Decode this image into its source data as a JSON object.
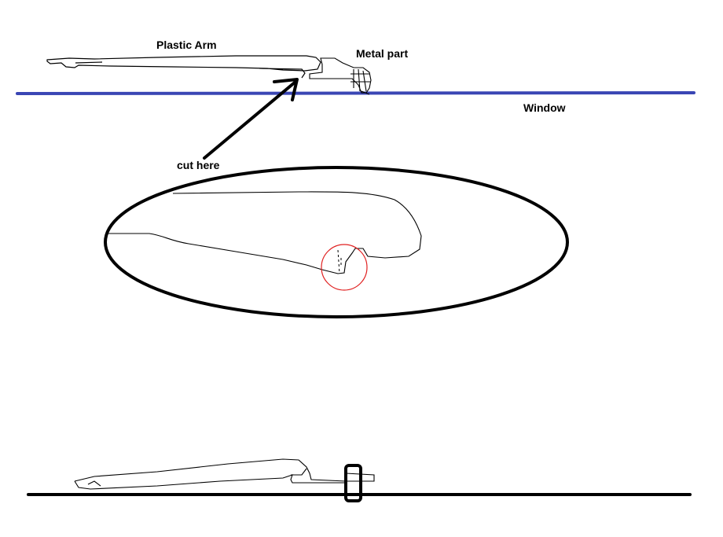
{
  "labels": {
    "plastic_arm": "Plastic Arm",
    "metal_part": "Metal part",
    "window": "Window",
    "cut_here": "cut here"
  },
  "colors": {
    "window_line": "#3a46b4",
    "ink": "#000000",
    "highlight_circle": "#e02020",
    "background": "#ffffff"
  }
}
